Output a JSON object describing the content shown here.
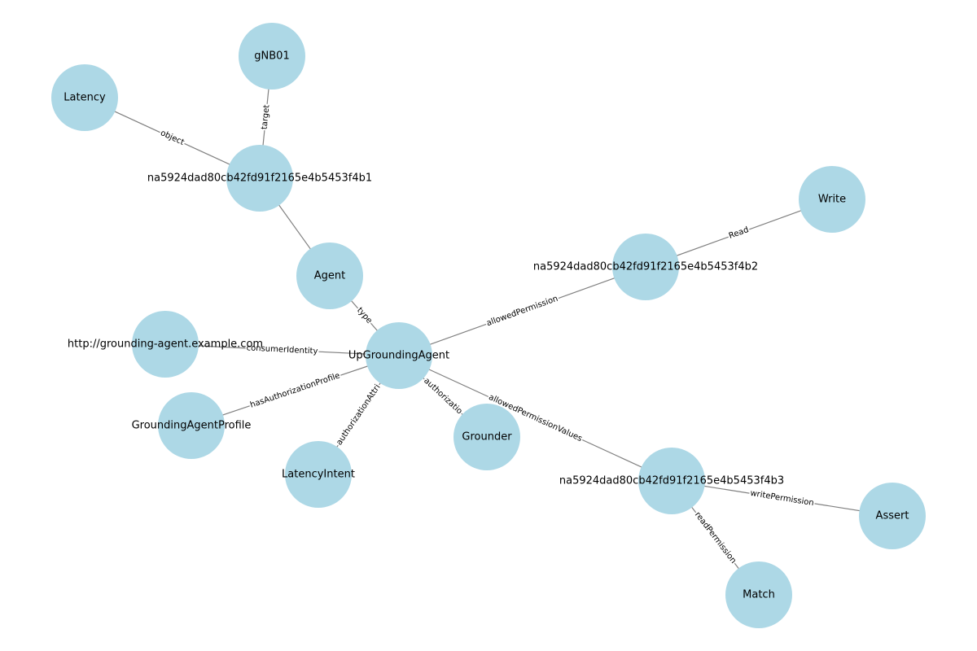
{
  "graph": {
    "node_color": "#ADD8E6",
    "edge_color": "#808080",
    "nodes": [
      {
        "id": "UpGroundingAgent",
        "label": "UpGroundingAgent"
      },
      {
        "id": "Agent",
        "label": "Agent"
      },
      {
        "id": "n1",
        "label": "na5924dad80cb42fd91f2165e4b5453f4b1"
      },
      {
        "id": "gNB01",
        "label": "gNB01"
      },
      {
        "id": "Latency",
        "label": "Latency"
      },
      {
        "id": "url",
        "label": "http://grounding-agent.example.com"
      },
      {
        "id": "GroundingAgentProfile",
        "label": "GroundingAgentProfile"
      },
      {
        "id": "LatencyIntent",
        "label": "LatencyIntent"
      },
      {
        "id": "Grounder",
        "label": "Grounder"
      },
      {
        "id": "n2",
        "label": "na5924dad80cb42fd91f2165e4b5453f4b2"
      },
      {
        "id": "Write",
        "label": "Write"
      },
      {
        "id": "n3",
        "label": "na5924dad80cb42fd91f2165e4b5453f4b3"
      },
      {
        "id": "Assert",
        "label": "Assert"
      },
      {
        "id": "Match",
        "label": "Match"
      }
    ],
    "edges": [
      {
        "source": "UpGroundingAgent",
        "target": "Agent",
        "label": "type"
      },
      {
        "source": "Agent",
        "target": "n1",
        "label": ""
      },
      {
        "source": "n1",
        "target": "gNB01",
        "label": "target"
      },
      {
        "source": "n1",
        "target": "Latency",
        "label": "object"
      },
      {
        "source": "UpGroundingAgent",
        "target": "url",
        "label": "consumerIdentity"
      },
      {
        "source": "UpGroundingAgent",
        "target": "GroundingAgentProfile",
        "label": "hasAuthorizationProfile"
      },
      {
        "source": "UpGroundingAgent",
        "target": "LatencyIntent",
        "label": "authorizationAttri"
      },
      {
        "source": "UpGroundingAgent",
        "target": "Grounder",
        "label": "authorizatio"
      },
      {
        "source": "UpGroundingAgent",
        "target": "n2",
        "label": "allowedPermission"
      },
      {
        "source": "n2",
        "target": "Write",
        "label": "Read"
      },
      {
        "source": "UpGroundingAgent",
        "target": "n3",
        "label": "allowedPermissionValues"
      },
      {
        "source": "n3",
        "target": "Assert",
        "label": "writePermission"
      },
      {
        "source": "n3",
        "target": "Match",
        "label": "readPermission"
      }
    ]
  }
}
